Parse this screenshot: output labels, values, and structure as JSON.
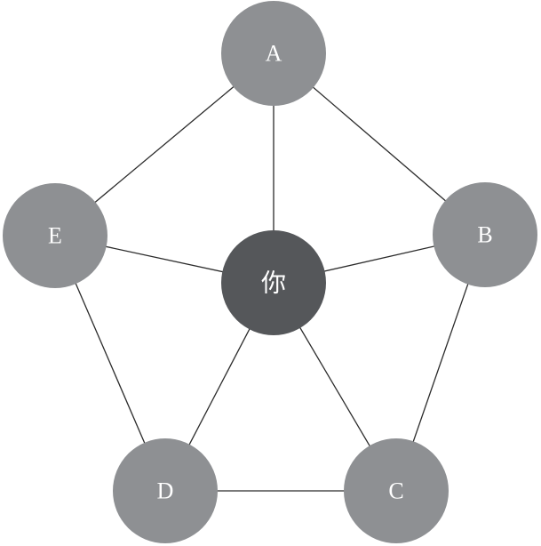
{
  "colors": {
    "outer_node": "#8e9093",
    "center_node": "#55575a",
    "edge": "#2b2b2b",
    "label": "#ffffff"
  },
  "nodes": [
    {
      "id": "A",
      "label": "A",
      "role": "outer"
    },
    {
      "id": "B",
      "label": "B",
      "role": "outer"
    },
    {
      "id": "C",
      "label": "C",
      "role": "outer"
    },
    {
      "id": "D",
      "label": "D",
      "role": "outer"
    },
    {
      "id": "E",
      "label": "E",
      "role": "outer"
    },
    {
      "id": "you",
      "label": "你",
      "role": "center"
    }
  ],
  "edges": [
    [
      "A",
      "B"
    ],
    [
      "B",
      "C"
    ],
    [
      "C",
      "D"
    ],
    [
      "D",
      "E"
    ],
    [
      "E",
      "A"
    ],
    [
      "you",
      "A"
    ],
    [
      "you",
      "B"
    ],
    [
      "you",
      "C"
    ],
    [
      "you",
      "D"
    ],
    [
      "you",
      "E"
    ]
  ]
}
